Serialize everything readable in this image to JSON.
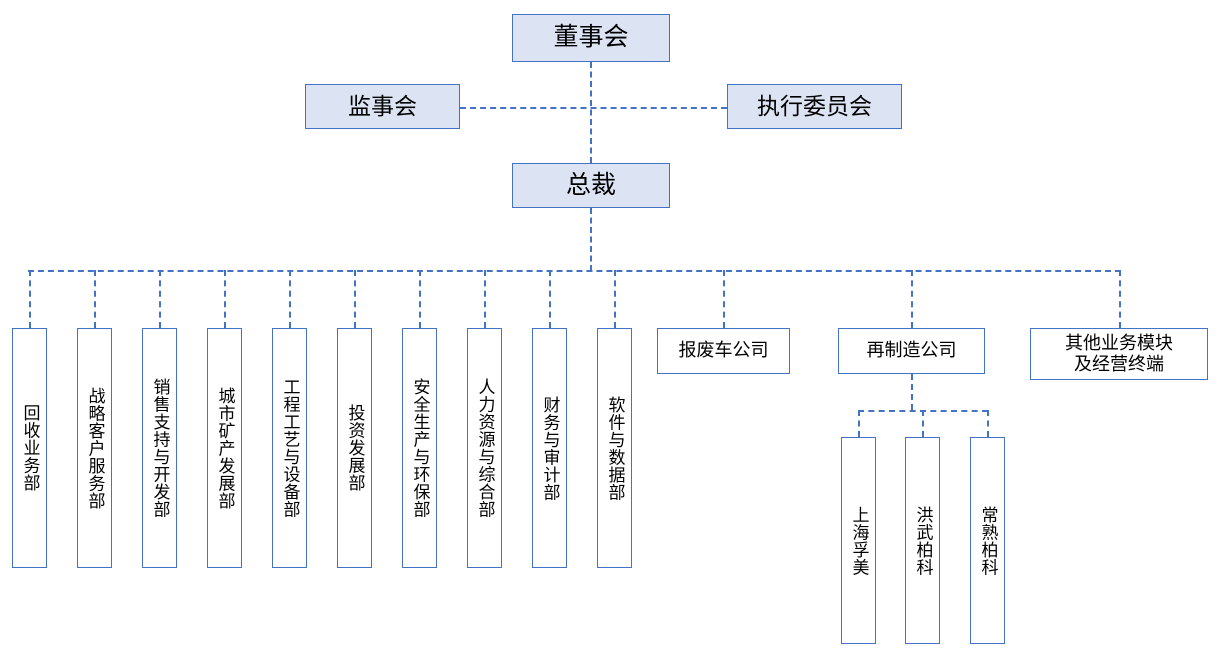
{
  "chart": {
    "title": "",
    "type": "org-chart",
    "accent_color": "#4472c4",
    "fill_color": "#dce3f3",
    "background": "#ffffff"
  },
  "top": {
    "board": "董事会",
    "supervisory": "监事会",
    "executive_committee": "执行委员会",
    "president": "总裁"
  },
  "departments": [
    {
      "label": "回收业务部"
    },
    {
      "label": "战略客户服务部"
    },
    {
      "label": "销售支持与开发部"
    },
    {
      "label": "城市矿产发展部"
    },
    {
      "label": "工程工艺与设备部"
    },
    {
      "label": "投资发展部"
    },
    {
      "label": "安全生产与环保部"
    },
    {
      "label": "人力资源与综合部"
    },
    {
      "label": "财务与审计部"
    },
    {
      "label": "软件与数据部"
    }
  ],
  "companies": [
    {
      "label": "报废车公司"
    },
    {
      "label": "再制造公司"
    }
  ],
  "other_unit": {
    "line1": "其他业务模块",
    "line2": "及经营终端"
  },
  "subsidiaries": [
    {
      "label": "上海孚美"
    },
    {
      "label": "洪武柏科"
    },
    {
      "label": "常熟柏科"
    }
  ]
}
